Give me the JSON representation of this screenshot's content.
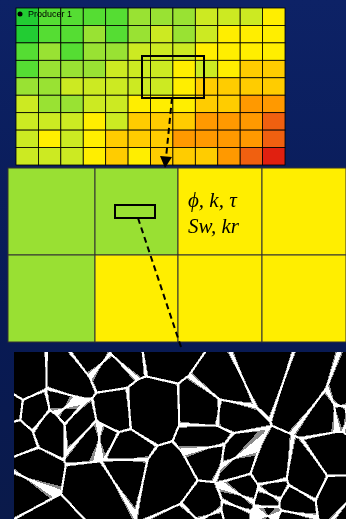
{
  "diagram": {
    "labels": [
      "Producer 1",
      "ϕ, k, τ",
      "Sw, kr"
    ]
  }
}
